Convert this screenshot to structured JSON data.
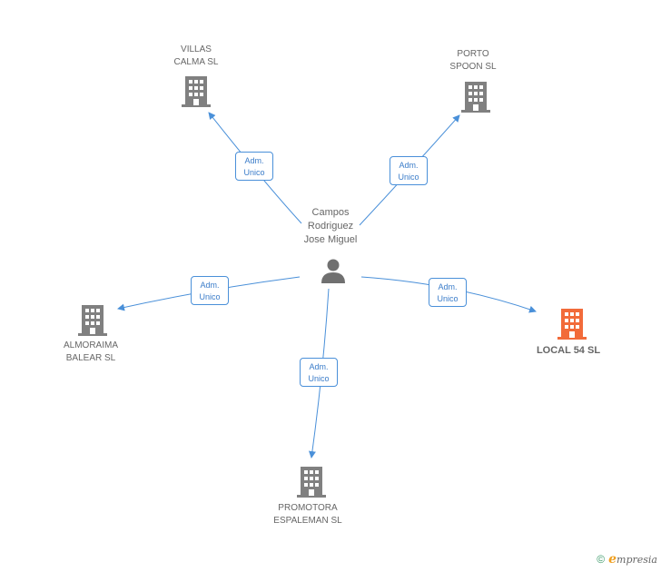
{
  "colors": {
    "edge": "#4a90d9",
    "building": "#808080",
    "highlight": "#f26b3a",
    "person": "#707070"
  },
  "center": {
    "label_lines": [
      "Campos",
      "Rodriguez",
      "Jose Miguel"
    ],
    "icon": "person-icon"
  },
  "nodes": [
    {
      "id": "villas",
      "label_lines": [
        "VILLAS",
        "CALMA SL"
      ],
      "icon": "building-icon",
      "highlight": false
    },
    {
      "id": "porto",
      "label_lines": [
        "PORTO",
        "SPOON SL"
      ],
      "icon": "building-icon",
      "highlight": false
    },
    {
      "id": "almoraima",
      "label_lines": [
        "ALMORAIMA",
        "BALEAR SL"
      ],
      "icon": "building-icon",
      "highlight": false
    },
    {
      "id": "local54",
      "label_lines": [
        "LOCAL 54 SL"
      ],
      "icon": "building-icon",
      "highlight": true
    },
    {
      "id": "promotora",
      "label_lines": [
        "PROMOTORA",
        "ESPALEMAN SL"
      ],
      "icon": "building-icon",
      "highlight": false
    }
  ],
  "edges": [
    {
      "to": "villas",
      "label_lines": [
        "Adm.",
        "Unico"
      ]
    },
    {
      "to": "porto",
      "label_lines": [
        "Adm.",
        "Unico"
      ]
    },
    {
      "to": "almoraima",
      "label_lines": [
        "Adm.",
        "Unico"
      ]
    },
    {
      "to": "local54",
      "label_lines": [
        "Adm.",
        "Unico"
      ]
    },
    {
      "to": "promotora",
      "label_lines": [
        "Adm.",
        "Unico"
      ]
    }
  ],
  "footer": {
    "copyright_symbol": "©",
    "brand_initial": "e",
    "brand_rest": "mpresia"
  }
}
